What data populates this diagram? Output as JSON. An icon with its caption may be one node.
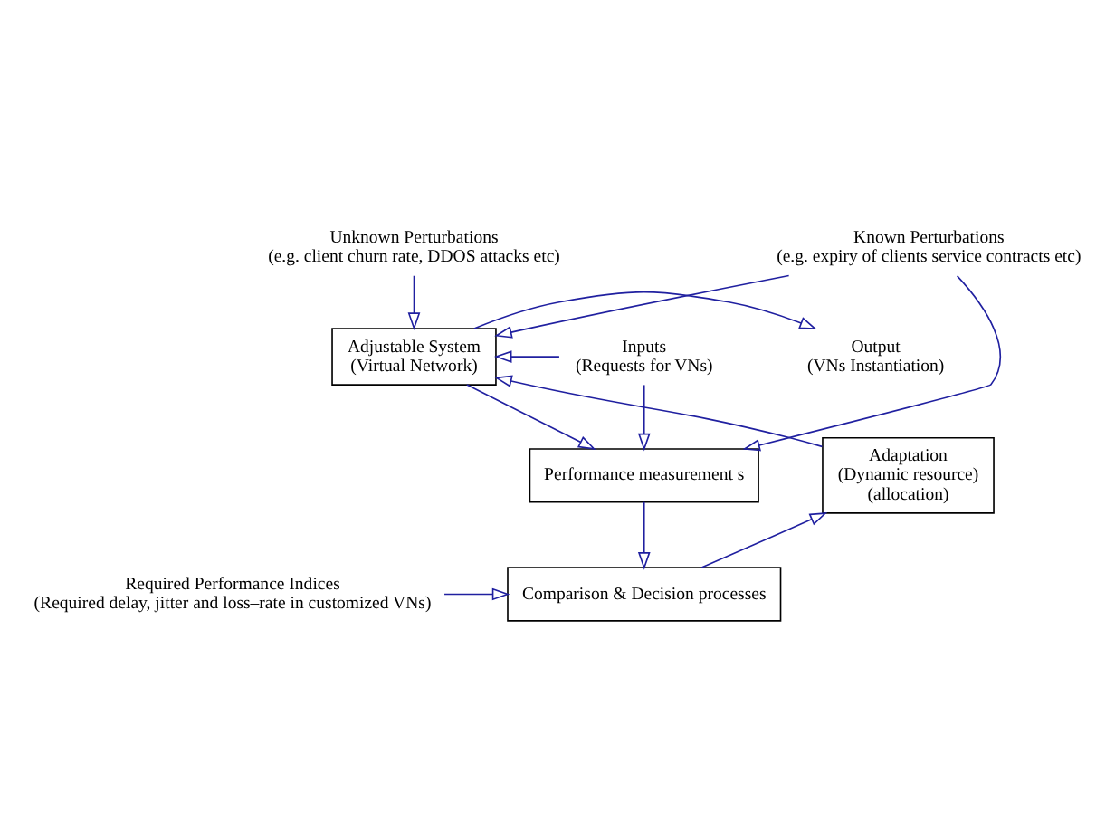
{
  "diagram": {
    "nodes": [
      {
        "text": [
          "Unknown Perturbations",
          "(e.g. client churn rate, DDOS attacks etc)"
        ]
      },
      {
        "text": [
          "Known Perturbations",
          "(e.g. expiry of clients service contracts etc)"
        ]
      },
      {
        "text": [
          "Inputs",
          "(Requests for VNs)"
        ]
      },
      {
        "text": [
          "Adjustable System",
          "(Virtual Network)"
        ]
      },
      {
        "text": [
          "Output",
          "(VNs Instantiation)"
        ]
      },
      {
        "text": [
          "Adaptation",
          "(Dynamic resource)",
          "(allocation)"
        ]
      },
      {
        "text": [
          "Performance measurement s"
        ]
      },
      {
        "text": [
          "Required Performance Indices",
          "(Required delay, jitter and loss–rate in customized VNs)"
        ]
      },
      {
        "text": [
          "Comparison & Decision processes"
        ]
      }
    ],
    "edges": [
      {
        "from": 0,
        "to": 3,
        "arrow": "to"
      },
      {
        "from": 1,
        "to": 3,
        "arrow": "to"
      },
      {
        "from": 1,
        "to": 6,
        "arrow": "to"
      },
      {
        "from": 2,
        "to": 3,
        "arrow": "to"
      },
      {
        "from": 2,
        "to": 6,
        "arrow": "to"
      },
      {
        "from": 3,
        "to": 4,
        "arrow": "to"
      },
      {
        "from": 3,
        "to": 6,
        "arrow": "to"
      },
      {
        "from": 5,
        "to": 3,
        "arrow": "to"
      },
      {
        "from": 8,
        "to": 5,
        "arrow": "to"
      },
      {
        "from": 7,
        "to": 8,
        "arrow": "to"
      },
      {
        "from": 6,
        "to": 8,
        "arrow": "to"
      }
    ]
  }
}
